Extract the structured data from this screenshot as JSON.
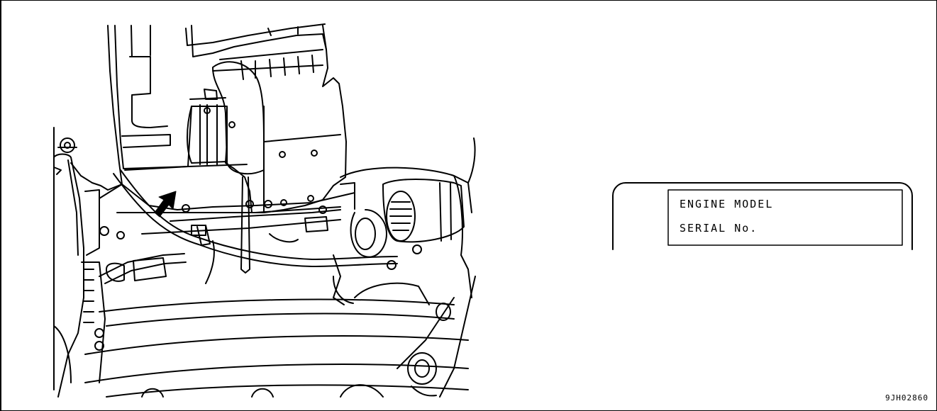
{
  "nameplate": {
    "line1": "ENGINE MODEL",
    "line2": "SERIAL No."
  },
  "figure_code": "9JH02860",
  "colors": {
    "ink": "#000000",
    "paper": "#ffffff"
  },
  "icons": [
    "pointer-arrow-icon"
  ]
}
